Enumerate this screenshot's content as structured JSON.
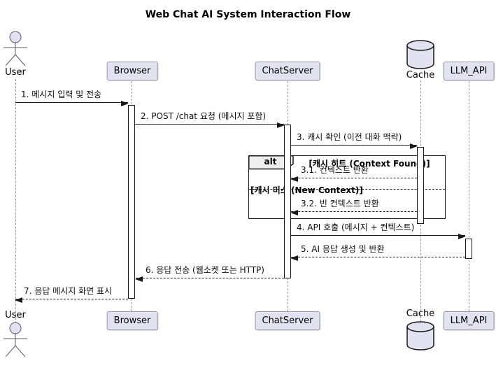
{
  "title": "Web Chat AI System Interaction Flow",
  "diagram_type": "sequence",
  "participants": {
    "user": {
      "label": "User",
      "type": "actor"
    },
    "browser": {
      "label": "Browser",
      "type": "box"
    },
    "chatserver": {
      "label": "ChatServer",
      "type": "box"
    },
    "cache": {
      "label": "Cache",
      "type": "database"
    },
    "llm_api": {
      "label": "LLM_API",
      "type": "box"
    }
  },
  "messages": [
    {
      "label": "1. 메시지 입력 및 전송",
      "from": "User",
      "to": "Browser",
      "line": "solid"
    },
    {
      "label": "2. POST /chat 요청 (메시지 포함)",
      "from": "Browser",
      "to": "ChatServer",
      "line": "solid"
    },
    {
      "label": "3. 캐시 확인 (이전 대화 맥락)",
      "from": "ChatServer",
      "to": "Cache",
      "line": "solid"
    },
    {
      "label": "3.1. 컨텍스트 반환",
      "from": "Cache",
      "to": "ChatServer",
      "line": "dashed"
    },
    {
      "label": "3.2. 빈 컨텍스트 반환",
      "from": "Cache",
      "to": "ChatServer",
      "line": "dashed"
    },
    {
      "label": "4. API 호출 (메시지 + 컨텍스트)",
      "from": "ChatServer",
      "to": "LLM_API",
      "line": "solid"
    },
    {
      "label": "5. AI 응답 생성 및 반환",
      "from": "LLM_API",
      "to": "ChatServer",
      "line": "dashed"
    },
    {
      "label": "6. 응답 전송 (웹소켓 또는 HTTP)",
      "from": "ChatServer",
      "to": "Browser",
      "line": "dashed"
    },
    {
      "label": "7. 응답 메시지 화면 표시",
      "from": "Browser",
      "to": "User",
      "line": "dashed"
    }
  ],
  "alt_block": {
    "operator": "alt",
    "guard_hit": "[캐시 히트 (Context Found)]",
    "guard_miss": "[캐시 미스 (New Context)]"
  },
  "colors": {
    "participant_fill": "#E2E2F0",
    "line_color": "#181818",
    "lifeline_color": "#989898",
    "alt_header_fill": "#EEEEEE",
    "background": "#FFFFFF"
  }
}
